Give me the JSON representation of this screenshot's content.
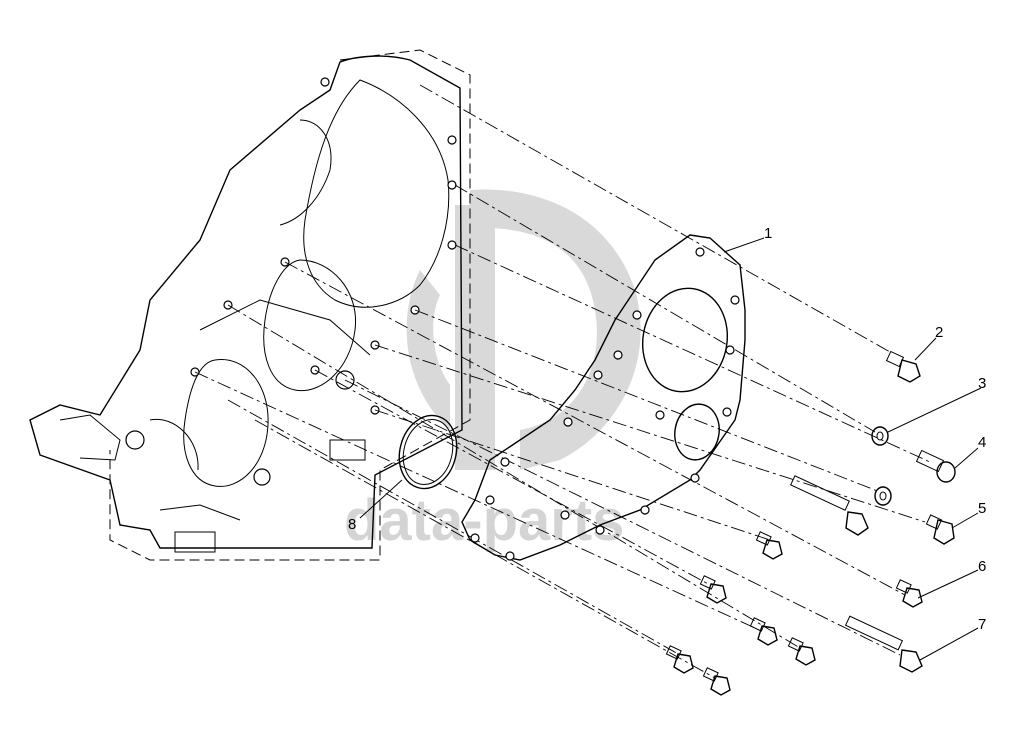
{
  "watermark": {
    "text": "data-parts",
    "color": "#d4d4d4"
  },
  "callouts": [
    "1",
    "2",
    "3",
    "4",
    "5",
    "6",
    "7",
    "8"
  ],
  "parts": [
    {
      "number": "1",
      "part": "front-cover-plate"
    },
    {
      "number": "2",
      "part": "flange-bolt-short"
    },
    {
      "number": "3",
      "part": "washer"
    },
    {
      "number": "4",
      "part": "cap-screw"
    },
    {
      "number": "5",
      "part": "hex-bolt"
    },
    {
      "number": "6",
      "part": "flange-bolt"
    },
    {
      "number": "7",
      "part": "flange-bolt-long"
    },
    {
      "number": "8",
      "part": "o-ring"
    }
  ]
}
